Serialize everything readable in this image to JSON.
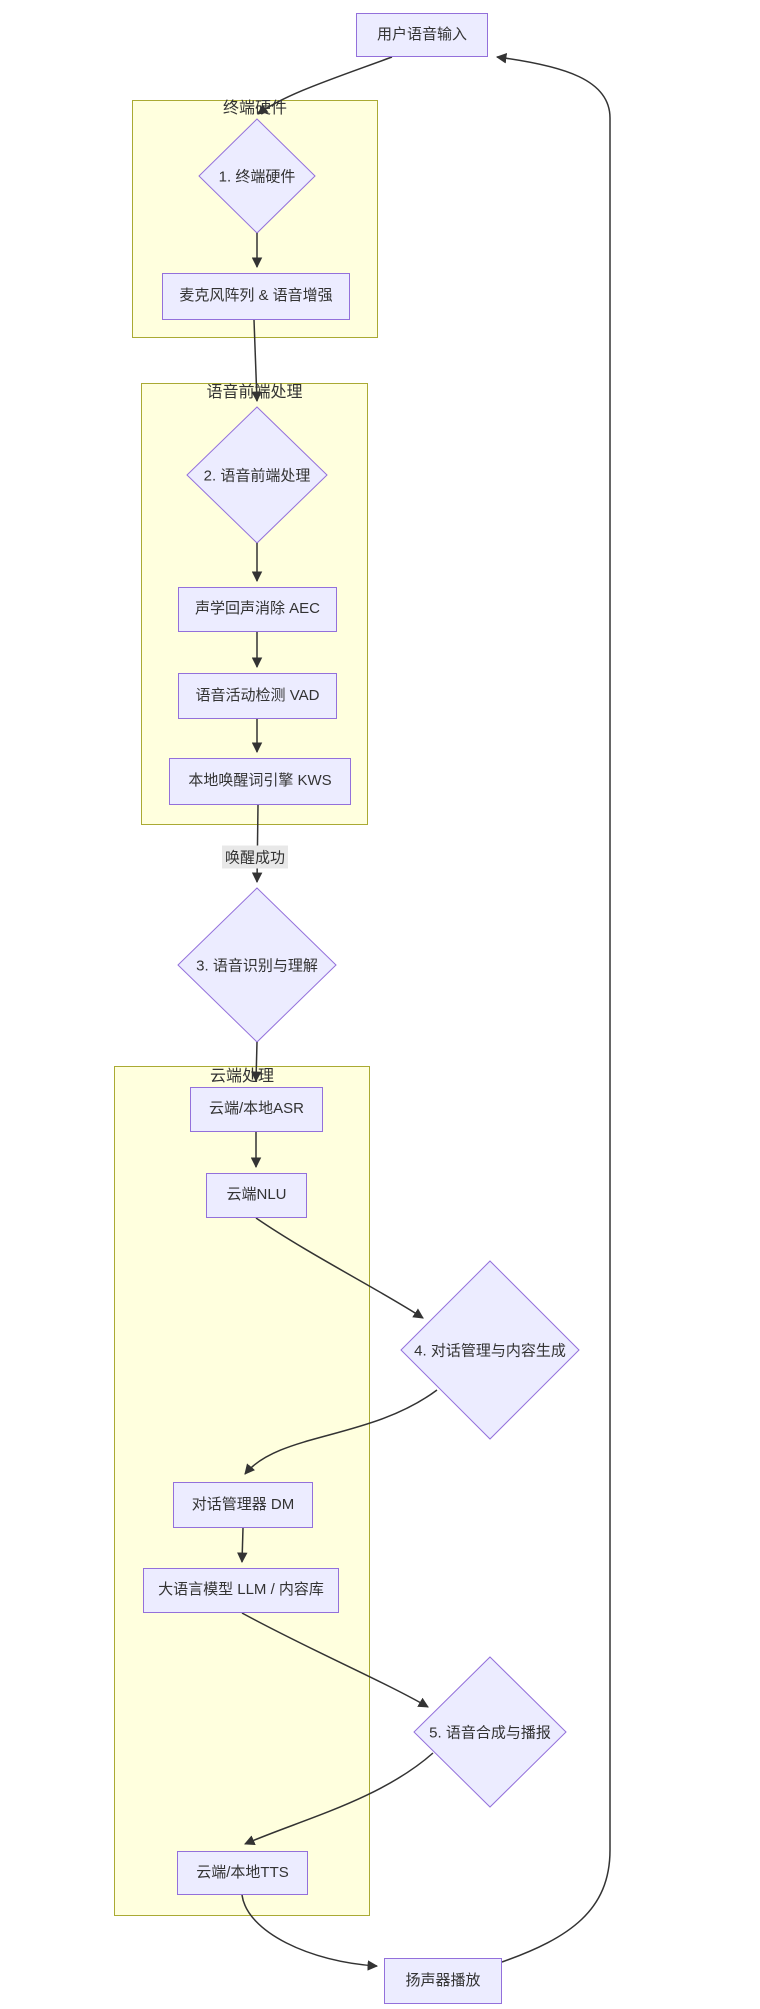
{
  "diagram": {
    "type": "flowchart-top-down",
    "nodes": {
      "user_input": {
        "label": "用户语音输入"
      },
      "d1_terminal_hw": {
        "label": "1. 终端硬件"
      },
      "mic_array": {
        "label": "麦克风阵列 & 语音增强"
      },
      "d2_speech_frontend": {
        "label": "2. 语音前端处理"
      },
      "aec": {
        "label": "声学回声消除 AEC"
      },
      "vad": {
        "label": "语音活动检测 VAD"
      },
      "kws": {
        "label": "本地唤醒词引擎 KWS"
      },
      "d3_asr_nlu": {
        "label": "3. 语音识别与理解"
      },
      "asr": {
        "label": "云端/本地ASR"
      },
      "nlu": {
        "label": "云端NLU"
      },
      "d4_dialog_mgmt": {
        "label": "4. 对话管理与内容生成"
      },
      "dm": {
        "label": "对话管理器 DM"
      },
      "llm": {
        "label": "大语言模型 LLM / 内容库"
      },
      "d5_tts_broadcast": {
        "label": "5. 语音合成与播报"
      },
      "tts": {
        "label": "云端/本地TTS"
      },
      "speaker": {
        "label": "扬声器播放"
      }
    },
    "subgraphs": {
      "terminal_hardware": {
        "label": "终端硬件"
      },
      "speech_frontend": {
        "label": "语音前端处理"
      },
      "cloud_processing": {
        "label": "云端处理"
      }
    },
    "edge_labels": {
      "wake_success": "唤醒成功"
    },
    "colors": {
      "node_fill": "#ECECFF",
      "node_border": "#9370DB",
      "subgraph_fill": "#FFFFDE",
      "subgraph_border": "#AAAA33",
      "edge_line": "#333333",
      "edge_label_bg": "#E8E8E8",
      "text": "#333333"
    }
  }
}
